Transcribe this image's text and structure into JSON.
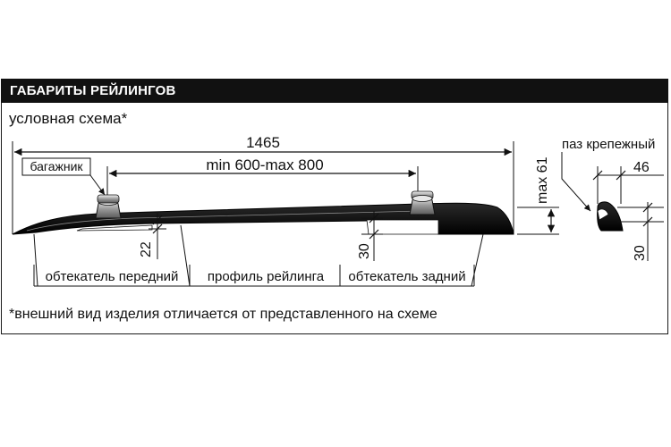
{
  "header": {
    "title": "ГАБАРИТЫ РЕЙЛИНГОВ"
  },
  "subtitle": "условная схема*",
  "footnote": "*внешний вид изделия отличается от представленного на схеме",
  "dimensions": {
    "overall_length": "1465",
    "mount_spacing": "min 600-max 800",
    "max_height": "max 61",
    "front_clearance": "22",
    "rear_clearance": "30",
    "section_width": "46",
    "section_height": "30"
  },
  "labels": {
    "rack": "багажник",
    "groove": "паз крепежный",
    "front_fairing": "обтекатель передний",
    "rail_profile": "профиль рейлинга",
    "rear_fairing": "обтекатель задний"
  },
  "colors": {
    "ink": "#111111",
    "header_bg": "#111111",
    "header_text": "#ffffff"
  }
}
